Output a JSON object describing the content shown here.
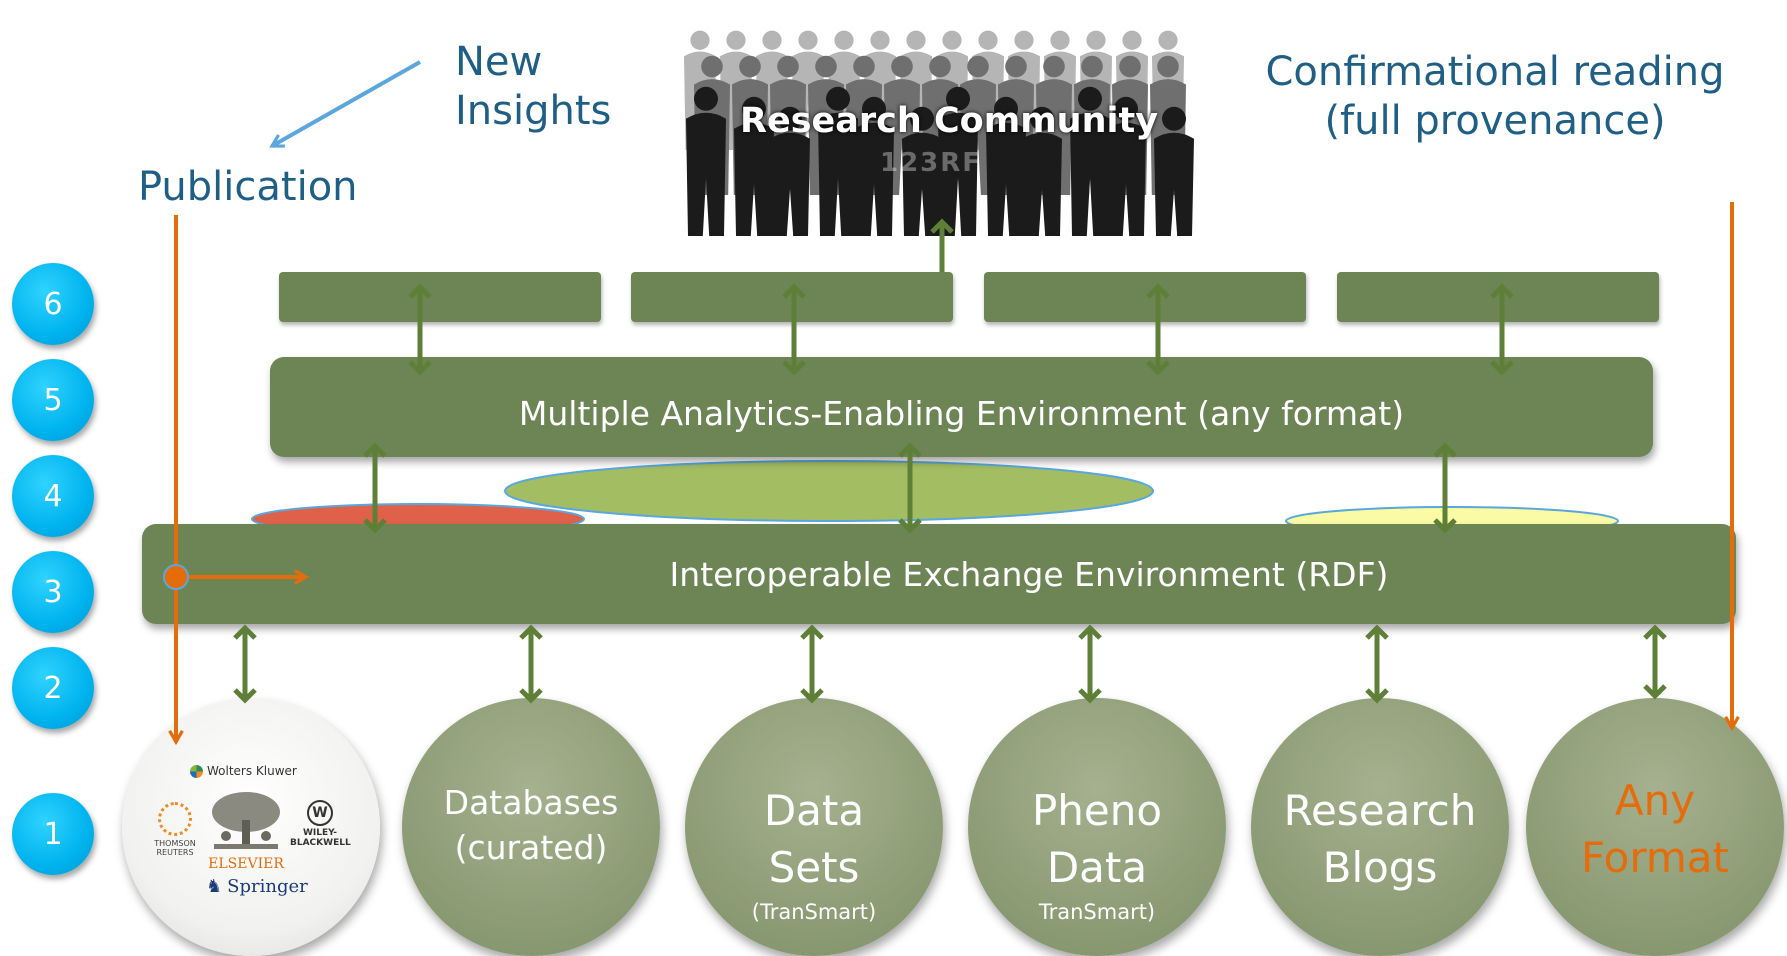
{
  "top": {
    "new_insights_line1": "New",
    "new_insights_line2": "Insights",
    "publication": "Publication",
    "confirmational_line1": "Confirmational reading",
    "confirmational_line2": "(full provenance)",
    "research_community": "Research Community",
    "faint_watermark": "123RF"
  },
  "levels": [
    "6",
    "5",
    "4",
    "3",
    "2",
    "1"
  ],
  "layers": {
    "analytics": "Multiple Analytics-Enabling Environment (any format)",
    "exchange": "Interoperable Exchange Environment (RDF)"
  },
  "sources": [
    {
      "line1": "Databases",
      "line2": "(curated)",
      "note": ""
    },
    {
      "line1": "Data",
      "line2": "Sets",
      "note": "(TranSmart)"
    },
    {
      "line1": "Pheno",
      "line2": "Data",
      "note": "TranSmart)"
    },
    {
      "line1": "Research",
      "line2": "Blogs",
      "note": ""
    },
    {
      "line1": "Any",
      "line2": "Format",
      "note": ""
    }
  ],
  "publishers": {
    "wolters": "Wolters Kluwer",
    "thomson_line1": "THOMSON",
    "thomson_line2": "REUTERS",
    "elsevier": "ELSEVIER",
    "wiley_line1": "WILEY-",
    "wiley_line2": "BLACKWELL",
    "springer": "Springer"
  },
  "colors": {
    "layer_green": "#6d8454",
    "arrow_green": "#5e7f37",
    "orange": "#e46c0a",
    "teal_text": "#1f5f86",
    "level_blue": "#00b3ee",
    "blue_arrow": "#5aa7dd",
    "ellipse_red": "#e0614a",
    "ellipse_green": "#a3bd62",
    "ellipse_yellow": "#fbfba6"
  },
  "icons": [
    "silhouette-crowd-icon",
    "double-headed-arrow-icon",
    "orange-flow-arrow-icon"
  ]
}
